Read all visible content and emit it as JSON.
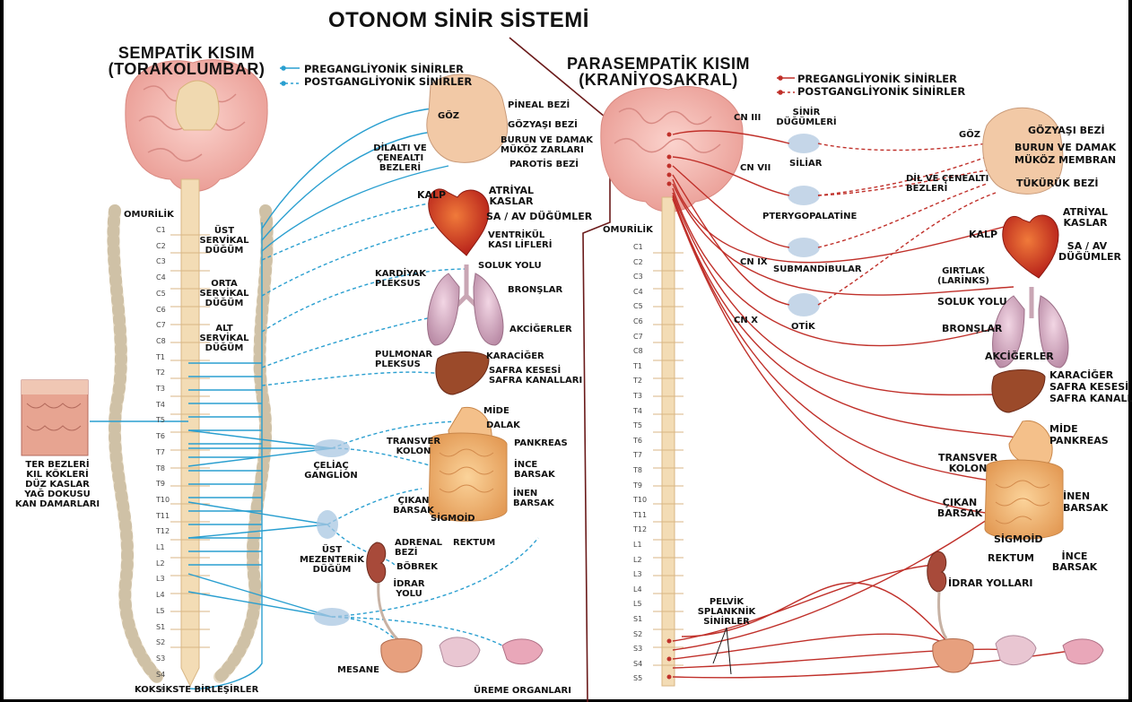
{
  "title": "OTONOM SİNİR SİSTEMİ",
  "colors": {
    "sympathetic": "#2a9fd0",
    "parasympathetic": "#c0302a",
    "brain": "#f4b7b0",
    "spine": "#f1d2a6"
  },
  "sympathetic": {
    "title_line1": "SEMPATİK KISIM",
    "title_line2": "(TORAKOLUMBAR)",
    "legend_pre": "PREGANGLİYONİK SİNİRLER",
    "legend_post": "POSTGANGLİYONİK SİNİRLER",
    "spinal_cord": "OMURİLİK",
    "coccyx": "KOKSİKSTE BİRLEŞİRLER",
    "head": {
      "eye": "GÖZ",
      "pineal": "PİNEAL BEZİ",
      "lacrimal": "GÖZYAŞI BEZİ",
      "nasal_1": "BURUN VE DAMAK",
      "nasal_2": "MÜKÖZ ZARLARI",
      "sub_1": "DİLALTI VE",
      "sub_2": "ÇENEALTI",
      "sub_3": "BEZLERİ",
      "parotid": "PAROTİS BEZİ"
    },
    "heart": {
      "heart": "KALP",
      "atrial_1": "ATRİYAL",
      "atrial_2": "KASLAR",
      "node": "SA / AV  DÜĞÜMLER",
      "vent_1": "VENTRİKÜL",
      "vent_2": "KASI LİFLERİ"
    },
    "ganglia": {
      "upper_1": "ÜST",
      "upper_2": "SERVİKAL",
      "upper_3": "DÜĞÜM",
      "mid_1": "ORTA",
      "mid_2": "SERVİKAL",
      "mid_3": "DÜĞÜM",
      "low_1": "ALT",
      "low_2": "SERVİKAL",
      "low_3": "DÜĞÜM"
    },
    "plexus": {
      "card_1": "KARDİYAK",
      "card_2": "PLEKSUS",
      "pulm_1": "PULMONAR",
      "pulm_2": "PLEKSUS",
      "celiac_1": "ÇELİAÇ",
      "celiac_2": "GANGLİON",
      "mes_1": "ÜST",
      "mes_2": "MEZENTERİK",
      "mes_3": "DÜĞÜM"
    },
    "organs": {
      "airway": "SOLUK YOLU",
      "bronchi": "BRONŞLAR",
      "lungs": "AKCİĞERLER",
      "liver": "KARACİĞER",
      "gall_1": "SAFRA KESESİ",
      "gall_2": "SAFRA KANALLARI",
      "stomach": "MİDE",
      "spleen": "DALAK",
      "pancreas": "PANKREAS",
      "transverse_1": "TRANSVER",
      "transverse_2": "KOLON",
      "small_1": "İNCE",
      "small_2": "BARSAK",
      "asc_1": "ÇIKAN",
      "asc_2": "BARSAK",
      "desc_1": "İNEN",
      "desc_2": "BARSAK",
      "sigmoid": "SİGMOİD",
      "rectum": "REKTUM",
      "adrenal_1": "ADRENAL",
      "adrenal_2": "BEZİ",
      "kidney": "BÖBREK",
      "ureter_1": "İDRAR",
      "ureter_2": "YOLU",
      "bladder": "MESANE",
      "repro": "ÜREME ORGANLARI"
    },
    "skin": {
      "l1": "TER BEZLERİ",
      "l2": "KIL KÖKLERİ",
      "l3": "DÜZ KASLAR",
      "l4": "YAĞ DOKUSU",
      "l5": "KAN DAMARLARI"
    }
  },
  "parasympathetic": {
    "title_line1": "PARASEMPATİK KISIM",
    "title_line2": "(KRANİYOSAKRAL)",
    "legend_pre": "PREGANGLİYONİK SİNİRLER",
    "legend_post": "POSTGANGLİYONİK SİNİRLER",
    "spinal_cord": "OMURİLİK",
    "cranial": {
      "cn3": "CN III",
      "cn7": "CN VII",
      "cn9": "CN IX",
      "cn10": "CN X"
    },
    "ganglia": {
      "head_1": "SİNİR",
      "head_2": "DÜĞÜMLERİ",
      "ciliary": "SİLİAR",
      "ptery": "PTERYGOPALATİNE",
      "submand": "SUBMANDİBULAR",
      "otic": "OTİK"
    },
    "head": {
      "eye": "GÖZ",
      "lacrimal": "GÖZYAŞI BEZİ",
      "nasal_1": "BURUN VE DAMAK",
      "nasal_2": "MÜKÖZ MEMBRAN",
      "sub_1": "DİL VE ÇENEALTI",
      "sub_2": "BEZLERİ",
      "saliva": "TÜKÜRÜK BEZİ"
    },
    "heart": {
      "heart": "KALP",
      "atrial_1": "ATRİYAL",
      "atrial_2": "KASLAR",
      "node_1": "SA / AV",
      "node_2": "DÜĞÜMLER"
    },
    "organs": {
      "larynx_1": "GIRTLAK",
      "larynx_2": "(LARİNKS)",
      "airway": "SOLUK YOLU",
      "bronchi": "BRONŞLAR",
      "lungs": "AKCİĞERLER",
      "liver": "KARACİĞER",
      "gall_1": "SAFRA KESESİ",
      "gall_2": "SAFRA KANALLARI",
      "stomach": "MİDE",
      "pancreas": "PANKREAS",
      "transverse_1": "TRANSVER",
      "transverse_2": "KOLON",
      "asc_1": "ÇIKAN",
      "asc_2": "BARSAK",
      "desc_1": "İNEN",
      "desc_2": "BARSAK",
      "sigmoid": "SİGMOİD",
      "rectum": "REKTUM",
      "small_1": "İNCE",
      "small_2": "BARSAK",
      "ureter": "İDRAR YOLLARI"
    },
    "pelvic": {
      "l1": "PELVİK",
      "l2": "SPLANKNİK",
      "l3": "SİNİRLER"
    }
  },
  "segments": [
    "C1",
    "C2",
    "C3",
    "C4",
    "C5",
    "C6",
    "C7",
    "C8",
    "T1",
    "T2",
    "T3",
    "T4",
    "T5",
    "T6",
    "T7",
    "T8",
    "T9",
    "T10",
    "T11",
    "T12",
    "L1",
    "L2",
    "L3",
    "L4",
    "L5",
    "S1",
    "S2",
    "S3",
    "S4",
    "S5"
  ]
}
